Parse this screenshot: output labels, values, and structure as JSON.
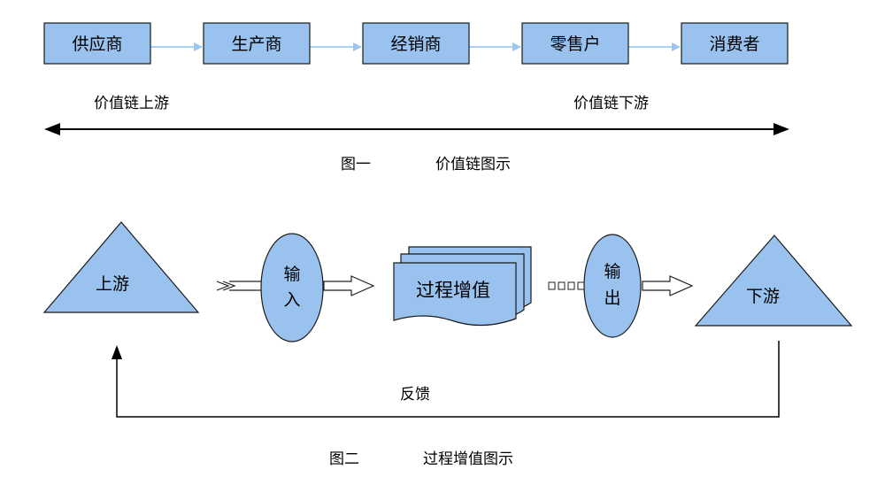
{
  "figure1": {
    "chain": [
      "供应商",
      "生产商",
      "经销商",
      "零售户",
      "消费者"
    ],
    "upstream_label": "价值链上游",
    "downstream_label": "价值链下游",
    "caption_number": "图一",
    "caption_text": "价值链图示"
  },
  "figure2": {
    "upstream": "上游",
    "input": [
      "输",
      "入"
    ],
    "process": "过程增值",
    "output": [
      "输",
      "出"
    ],
    "downstream": "下游",
    "feedback": "反馈",
    "caption_number": "图二",
    "caption_text": "过程增值图示"
  },
  "colors": {
    "fill": "#99c2ee",
    "stroke": "#1a1a1a",
    "connector": "#a9d0f5",
    "background": "#ffffff"
  }
}
